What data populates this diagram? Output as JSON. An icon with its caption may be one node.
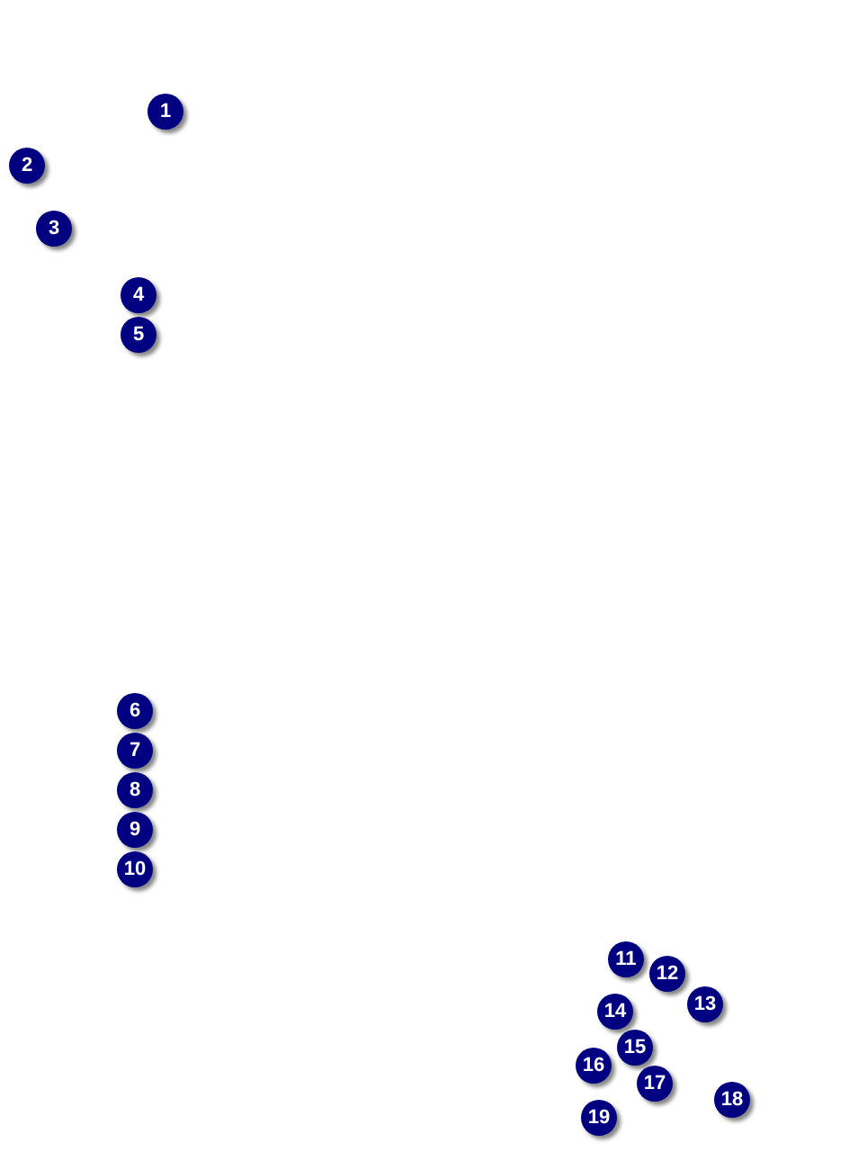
{
  "diagram": {
    "labels": [
      "1",
      "2",
      "3",
      "4",
      "5",
      "6",
      "7",
      "8",
      "9",
      "10",
      "11",
      "12",
      "13",
      "14",
      "15",
      "16",
      "17",
      "18",
      "19"
    ]
  }
}
